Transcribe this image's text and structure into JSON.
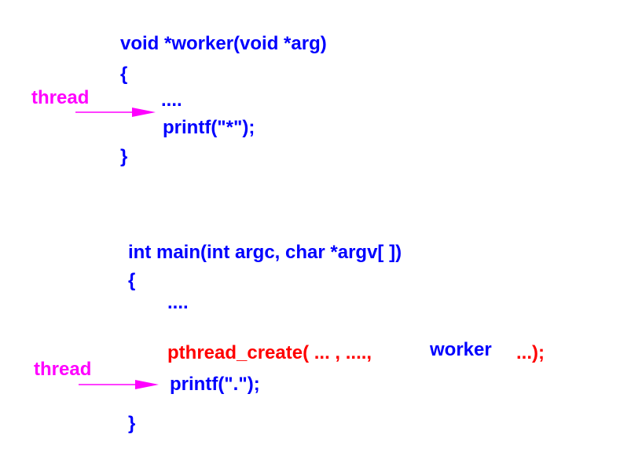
{
  "worker_function": {
    "signature": "void *worker(void *arg)",
    "open_brace": "{",
    "ellipsis": "....",
    "printf": "printf(\"*\");",
    "close_brace": "}"
  },
  "main_function": {
    "signature": "int main(int argc, char *argv[ ])",
    "open_brace": "{",
    "ellipsis": "....",
    "pthread_create_prefix": "pthread_create( ... , ....,",
    "worker_arg": "worker",
    "pthread_create_suffix": "...);",
    "printf": "printf(\".\");",
    "close_brace": "}"
  },
  "labels": {
    "thread_top": "thread",
    "thread_bottom": "thread"
  },
  "colors": {
    "code": "#0000ff",
    "call": "#ff0000",
    "thread": "#ff00ff"
  }
}
